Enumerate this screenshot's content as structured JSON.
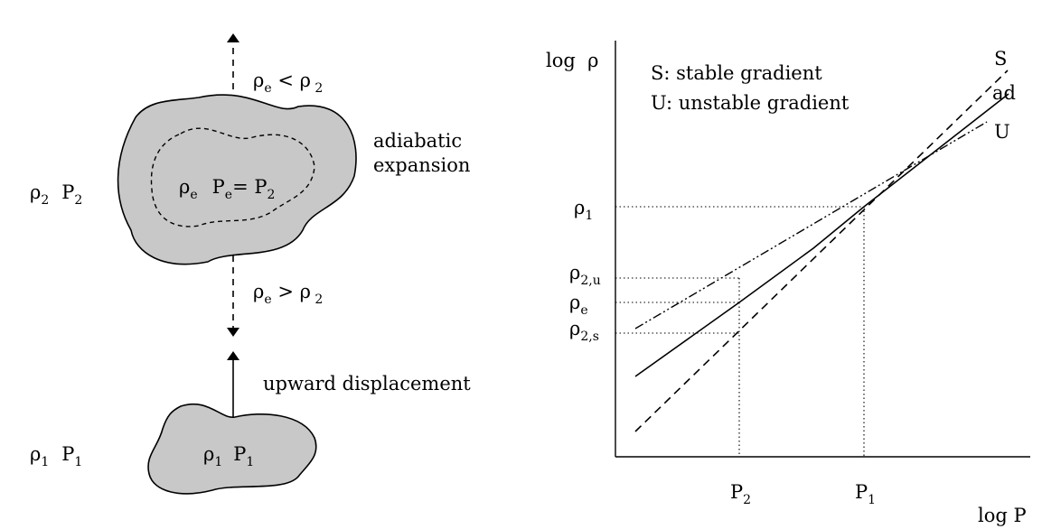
{
  "left_panel": {
    "ambient_upper": {
      "rho": "ρ",
      "rho_sub": "2",
      "p": "P",
      "p_sub": "2"
    },
    "ambient_lower": {
      "rho": "ρ",
      "rho_sub": "1",
      "p": "P",
      "p_sub": "1"
    },
    "arrow_up_label": {
      "rho_e": "ρ",
      "e": "e",
      "rel": " < ",
      "rho2": "ρ",
      "two": " 2"
    },
    "arrow_down_label": {
      "rho_e": "ρ",
      "e": "e",
      "rel": " > ",
      "rho2": "ρ",
      "two": " 2"
    },
    "expansion_text_1": "adiabatic",
    "expansion_text_2": "expansion",
    "upper_blob_label": {
      "rho": "ρ",
      "e": "e",
      "p": "P",
      "pe": "e",
      "eq": "= P",
      "p2": "2"
    },
    "lower_blob_label": {
      "rho": "ρ",
      "one": "1",
      "p": "P",
      "p1": "1"
    },
    "displacement_text": "upward displacement"
  },
  "right_panel": {
    "y_axis_title": "log  ρ",
    "x_axis_title": "log P",
    "legend_s": "S: stable gradient",
    "legend_u": "U: unstable gradient",
    "line_label_s": "S",
    "line_label_ad": "ad",
    "line_label_u": "U",
    "tick_rho1": {
      "base": "ρ",
      "sub": "1"
    },
    "tick_rho2u": {
      "base": "ρ",
      "sub": "2,u"
    },
    "tick_rhoe": {
      "base": "ρ",
      "sub": "e"
    },
    "tick_rho2s": {
      "base": "ρ",
      "sub": "2,s"
    },
    "tick_p2": {
      "base": "P",
      "sub": "2"
    },
    "tick_p1": {
      "base": "P",
      "sub": "1"
    },
    "line_styles": {
      "S": "dashed",
      "ad": "solid",
      "U": "dash-dot"
    },
    "scales": "log-log",
    "blob_fill": "#c8c8c8"
  }
}
